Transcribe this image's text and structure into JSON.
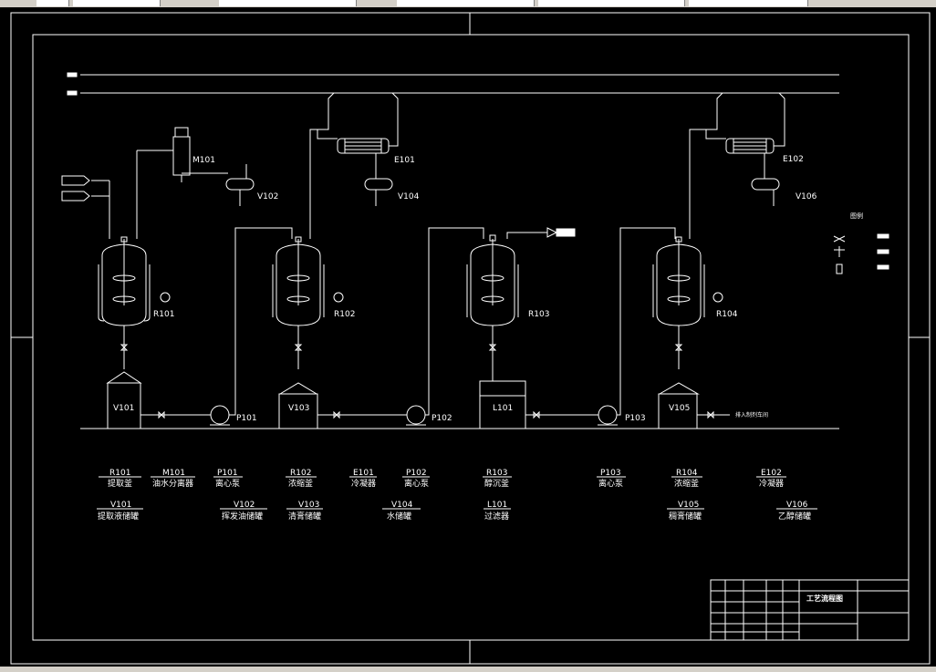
{
  "window": {
    "toolbar": "cad-toolbar",
    "statusbar": "cad-statusbar"
  },
  "drawing": {
    "colors": {
      "background": "#000000",
      "lines": "#ffffff"
    },
    "title_block": {
      "title": "工艺流程图"
    },
    "legend_title": "图例",
    "discharge_note": "排入制剂车间",
    "equipment_labels": {
      "M101": "M101",
      "R101": "R101",
      "R102": "R102",
      "R103": "R103",
      "R104": "R104",
      "V101": "V101",
      "V102": "V102",
      "V103": "V103",
      "V104": "V104",
      "V105": "V105",
      "V106": "V106",
      "E101": "E101",
      "E102": "E102",
      "P101": "P101",
      "P102": "P102",
      "P103": "P103",
      "L101": "L101"
    },
    "equipment_list": {
      "row1": [
        {
          "tag": "R101",
          "name": "提取釜"
        },
        {
          "tag": "M101",
          "name": "油水分离器"
        },
        {
          "tag": "P101",
          "name": "离心泵"
        },
        {
          "tag": "R102",
          "name": "浓缩釜"
        },
        {
          "tag": "E101",
          "name": "冷凝器"
        },
        {
          "tag": "P102",
          "name": "离心泵"
        },
        {
          "tag": "R103",
          "name": "醇沉釜"
        },
        {
          "tag": "P103",
          "name": "离心泵"
        },
        {
          "tag": "R104",
          "name": "浓缩釜"
        },
        {
          "tag": "E102",
          "name": "冷凝器"
        }
      ],
      "row2": [
        {
          "tag": "V101",
          "name": "提取液储罐"
        },
        {
          "tag": "V102",
          "name": "挥发油储罐"
        },
        {
          "tag": "V103",
          "name": "清膏储罐"
        },
        {
          "tag": "V104",
          "name": "水储罐"
        },
        {
          "tag": "L101",
          "name": "过滤器"
        },
        {
          "tag": "V105",
          "name": "稠膏储罐"
        },
        {
          "tag": "V106",
          "name": "乙醇储罐"
        }
      ]
    }
  }
}
